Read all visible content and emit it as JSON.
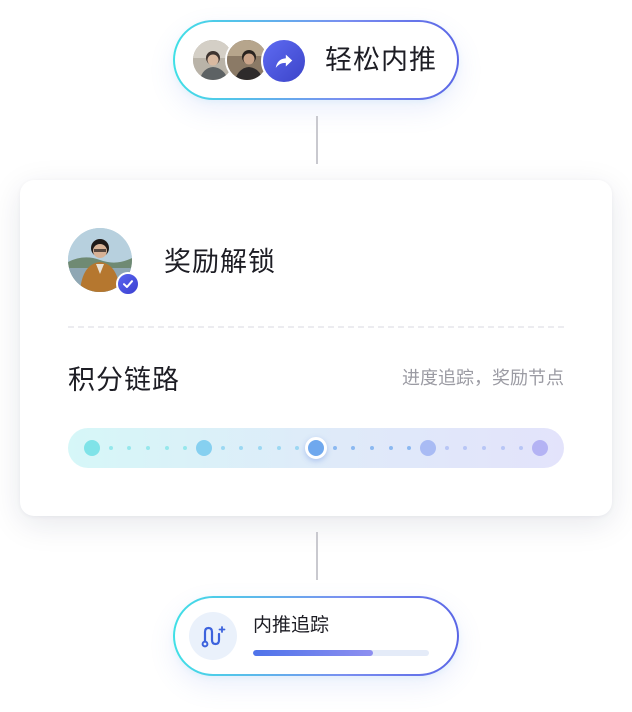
{
  "top_pill": {
    "title": "轻松内推",
    "icons": [
      "user-avatar",
      "user-avatar",
      "share-arrow-icon"
    ]
  },
  "card": {
    "reward_title": "奖励解锁",
    "chain_title": "积分链路",
    "chain_subtitle": "进度追踪，奖励节点",
    "badge_icon": "check-icon"
  },
  "bottom_pill": {
    "label": "内推追踪",
    "icon": "route-icon",
    "progress_fraction": 0.68
  },
  "colors": {
    "accent_blue": "#4b55e0",
    "gradient_start": "#3fe0e6",
    "gradient_end": "#5a66e6",
    "node_active": "#6fa8ee"
  },
  "progress_nodes": [
    {
      "color": "#7fe3e8",
      "active": false
    },
    {
      "color": "#86d0f0",
      "active": false
    },
    {
      "color": "#6fa8ee",
      "active": true
    },
    {
      "color": "#a9bbf4",
      "active": false
    },
    {
      "color": "#b4b3f4",
      "active": false
    }
  ]
}
